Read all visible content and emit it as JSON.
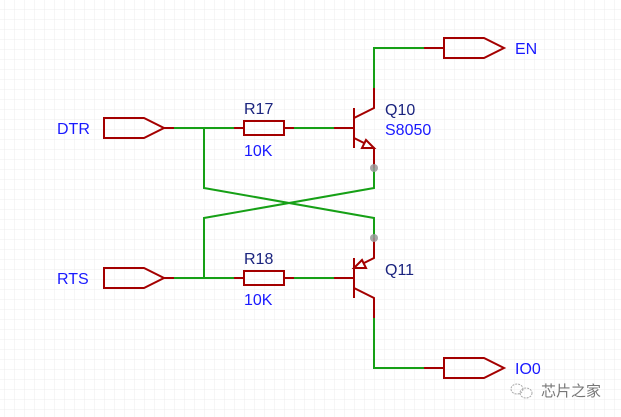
{
  "colors": {
    "wire": "#16a016",
    "component": "#a40000",
    "net_label": "#1a1aff",
    "designator": "#1a237e",
    "junction": "#999999",
    "grid": "#ececec"
  },
  "ports": {
    "dtr": {
      "label": "DTR"
    },
    "rts": {
      "label": "RTS"
    },
    "en": {
      "label": "EN"
    },
    "io0": {
      "label": "IO0"
    }
  },
  "resistors": {
    "r17": {
      "designator": "R17",
      "value": "10K"
    },
    "r18": {
      "designator": "R18",
      "value": "10K"
    }
  },
  "transistors": {
    "q10": {
      "designator": "Q10",
      "part": "S8050"
    },
    "q11": {
      "designator": "Q11"
    }
  },
  "watermark": {
    "text": "芯片之家",
    "icon": "wechat-icon"
  }
}
